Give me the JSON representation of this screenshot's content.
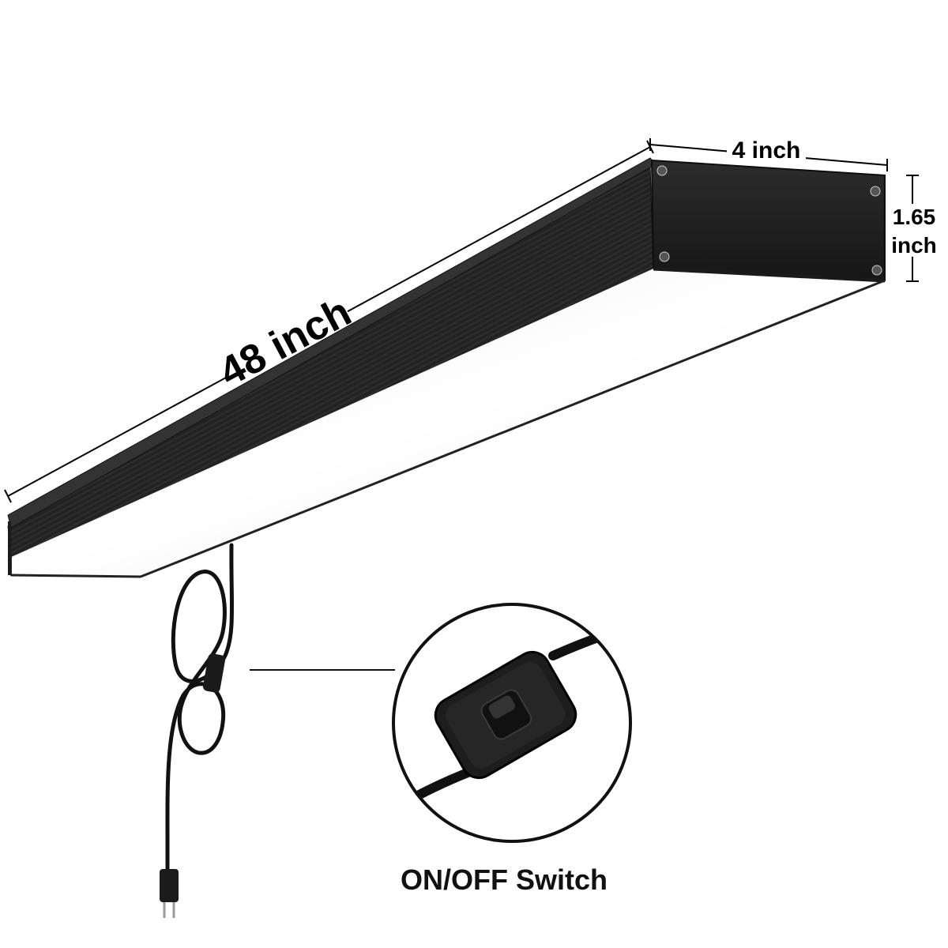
{
  "dimensions": {
    "length_label": "48 inch",
    "width_label": "4 inch",
    "height_label_line1": "1.65",
    "height_label_line2": "inch"
  },
  "callout": {
    "caption": "ON/OFF Switch"
  },
  "colors": {
    "housing": "#1b1b1b",
    "housing_face": "#2a2a2a",
    "diffuser": "#ffffff",
    "cord": "#111111"
  }
}
